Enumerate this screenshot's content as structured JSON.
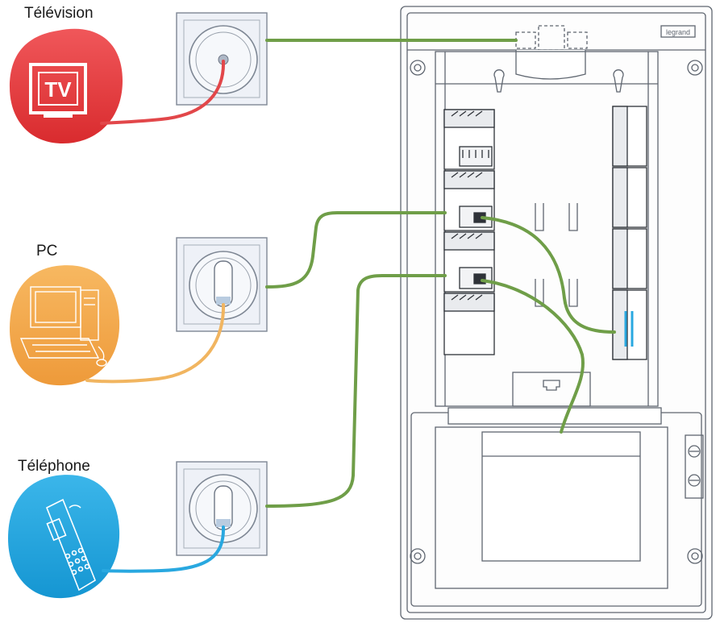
{
  "labels": {
    "television": "Télévision",
    "pc": "PC",
    "telephone": "Téléphone"
  },
  "tv_icon_text": "TV",
  "panel_brand": "legrand",
  "colors": {
    "television": "#e8373a",
    "pc": "#f3a74a",
    "telephone": "#1ea4df",
    "cable_green": "#6f9e48",
    "cable_tv": "#e2474a",
    "cable_pc": "#f1b560",
    "cable_tel": "#29a8e0",
    "outlet_bg": "#eef1f7",
    "outlet_stroke": "#7e8794",
    "panel_stroke": "#5f6670"
  },
  "icons": [
    "tv-icon",
    "pc-icon",
    "telephone-icon"
  ]
}
